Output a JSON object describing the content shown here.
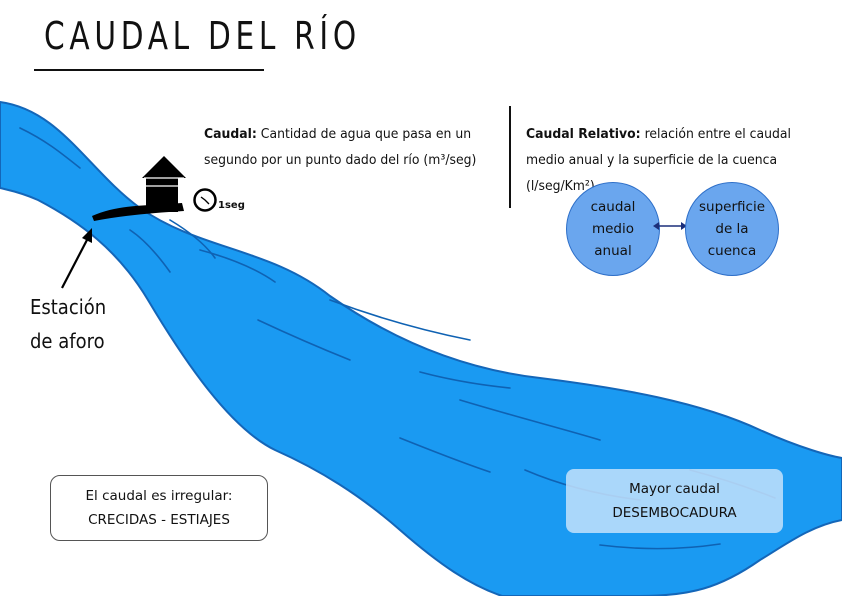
{
  "title": "CAUDAL DEL RÍO",
  "caudal": {
    "term": "Caudal:",
    "definition": "Cantidad de agua que pasa en un segundo por un punto dado del río (m³/seg)"
  },
  "caudal_relativo": {
    "term": "Caudal Relativo:",
    "definition": "relación entre el caudal medio anual y la superficie de la cuenca (l/seg/Km²)"
  },
  "circles": {
    "left": "caudal medio anual",
    "right": "superficie de la cuenca"
  },
  "stopwatch": {
    "label": "1seg"
  },
  "station": {
    "line1": "Estación",
    "line2": "de aforo"
  },
  "irregular_box": {
    "line1": "El caudal es irregular:",
    "line2": "CRECIDAS - ESTIAJES"
  },
  "mayor_box": {
    "line1": "Mayor caudal",
    "line2": "DESEMBOCADURA"
  },
  "colors": {
    "river": "#1a9af2",
    "river_outline": "#1466b8",
    "circle_fill": "#6aa6ee",
    "ink": "#111111"
  }
}
